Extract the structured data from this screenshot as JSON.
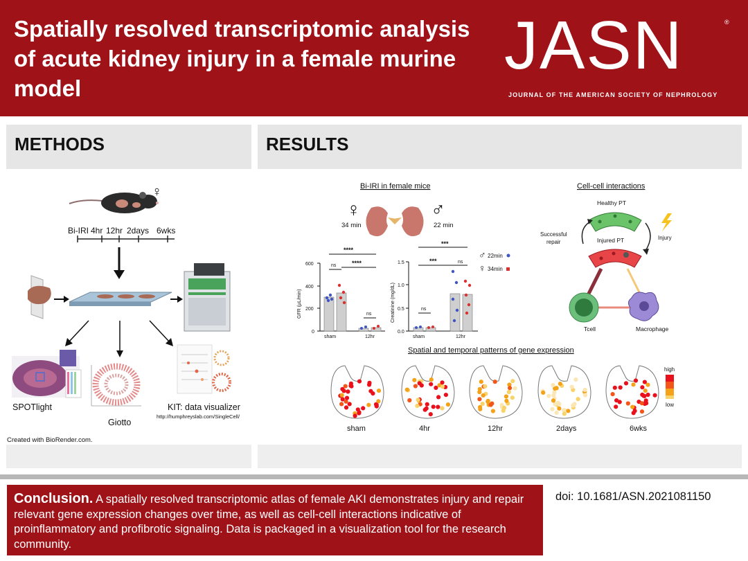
{
  "header": {
    "title": "Spatially resolved transcriptomic analysis of acute kidney injury in a female murine model",
    "logo": "JASN",
    "logo_registered": "®",
    "journal": "JOURNAL OF THE AMERICAN SOCIETY OF NEPHROLOGY",
    "bg_color": "#9e1218"
  },
  "methods": {
    "heading": "METHODS",
    "timeline": [
      "Bi-IRI",
      "4hr",
      "12hr",
      "2days",
      "6wks"
    ],
    "female_symbol": "♀",
    "outputs": {
      "spotlight": "SPOTlight",
      "giotto": "Giotto",
      "kit": "KIT: data visualizer",
      "kit_url": "http://humphreyslab.com/SingleCell/"
    },
    "credit": "Created with BioRender.com."
  },
  "results": {
    "heading": "RESULTS",
    "biiri": {
      "title": "Bi-IRI in female mice",
      "female_symbol": "♀",
      "male_symbol": "♂",
      "female_time": "34 min",
      "male_time": "22 min"
    },
    "gfr": {
      "ylabel": "GFR (μL/min)",
      "yticks": [
        "0",
        "200",
        "400",
        "600"
      ],
      "xticks": [
        "sham",
        "12hr"
      ],
      "sig": [
        "****",
        "ns",
        "****",
        "ns"
      ]
    },
    "creatinine": {
      "ylabel": "Creatinine (mg/dL)",
      "yticks": [
        "0.0",
        "0.5",
        "1.0",
        "1.5"
      ],
      "xticks": [
        "sham",
        "12hr"
      ],
      "sig": [
        "***",
        "***",
        "ns",
        "ns"
      ]
    },
    "legend": {
      "male": "22min",
      "female": "34min",
      "male_symbol": "♂",
      "female_symbol": "♀",
      "male_color": "#3f55c4",
      "female_color": "#d93030"
    },
    "cell": {
      "title": "Cell-cell interactions",
      "healthy": "Healthy PT",
      "injured": "Injured PT",
      "repair": [
        "Successful",
        "repair"
      ],
      "injury": "Injury",
      "tcell": "Tcell",
      "macrophage": "Macrophage"
    },
    "spatial": {
      "title": "Spatial and temporal patterns of gene expression",
      "timepoints": [
        "sham",
        "4hr",
        "12hr",
        "2days",
        "6wks"
      ],
      "legend_high": "high",
      "legend_low": "low"
    }
  },
  "conclusion": {
    "label": "Conclusion.",
    "text": " A spatially resolved transcriptomic atlas of female AKI demonstrates injury and repair relevant gene expression changes over time, as well as cell-cell interactions indicative of proinflammatory and profibrotic signaling. Data is packaged in a visualization tool for the research community."
  },
  "doi": "doi: 10.1681/ASN.2021081150"
}
